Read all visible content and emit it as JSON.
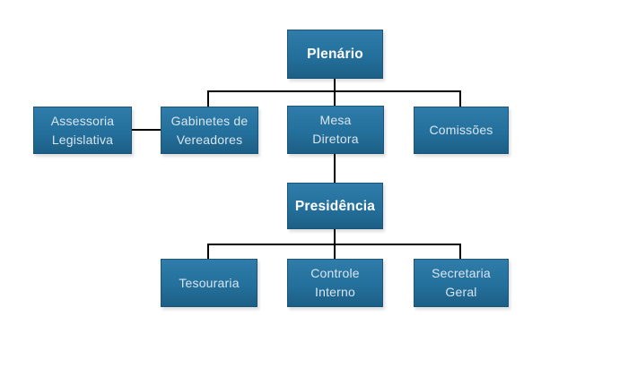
{
  "colors": {
    "background": "#ffffff",
    "box_gradient_top": "#307caa",
    "box_gradient_bottom": "#1c5f86",
    "box_border": "#1a567c",
    "connector": "#000000",
    "label_text": "#d8e5ef",
    "label_text_emphasis": "#ffffff"
  },
  "org_chart": {
    "type": "org-tree",
    "nodes": [
      {
        "name": "plenario",
        "lines": [
          "Plenário"
        ],
        "emphasis": true,
        "parent": null
      },
      {
        "name": "assessoria-legislativa",
        "lines": [
          "Assessoria",
          "Legislativa"
        ],
        "emphasis": false,
        "parent": null,
        "linked_to": "gabinetes-de-vereadores"
      },
      {
        "name": "gabinetes-de-vereadores",
        "lines": [
          "Gabinetes de",
          "Vereadores"
        ],
        "emphasis": false,
        "parent": "plenario"
      },
      {
        "name": "mesa-diretora",
        "lines": [
          "Mesa",
          "Diretora"
        ],
        "emphasis": false,
        "parent": "plenario"
      },
      {
        "name": "comissoes",
        "lines": [
          "Comissões"
        ],
        "emphasis": false,
        "parent": "plenario"
      },
      {
        "name": "presidencia",
        "lines": [
          "Presidência"
        ],
        "emphasis": true,
        "parent": "mesa-diretora"
      },
      {
        "name": "tesouraria",
        "lines": [
          "Tesouraria"
        ],
        "emphasis": false,
        "parent": "presidencia"
      },
      {
        "name": "controle-interno",
        "lines": [
          "Controle",
          "Interno"
        ],
        "emphasis": false,
        "parent": "presidencia"
      },
      {
        "name": "secretaria-geral",
        "lines": [
          "Secretaria",
          "Geral"
        ],
        "emphasis": false,
        "parent": "presidencia"
      }
    ]
  }
}
